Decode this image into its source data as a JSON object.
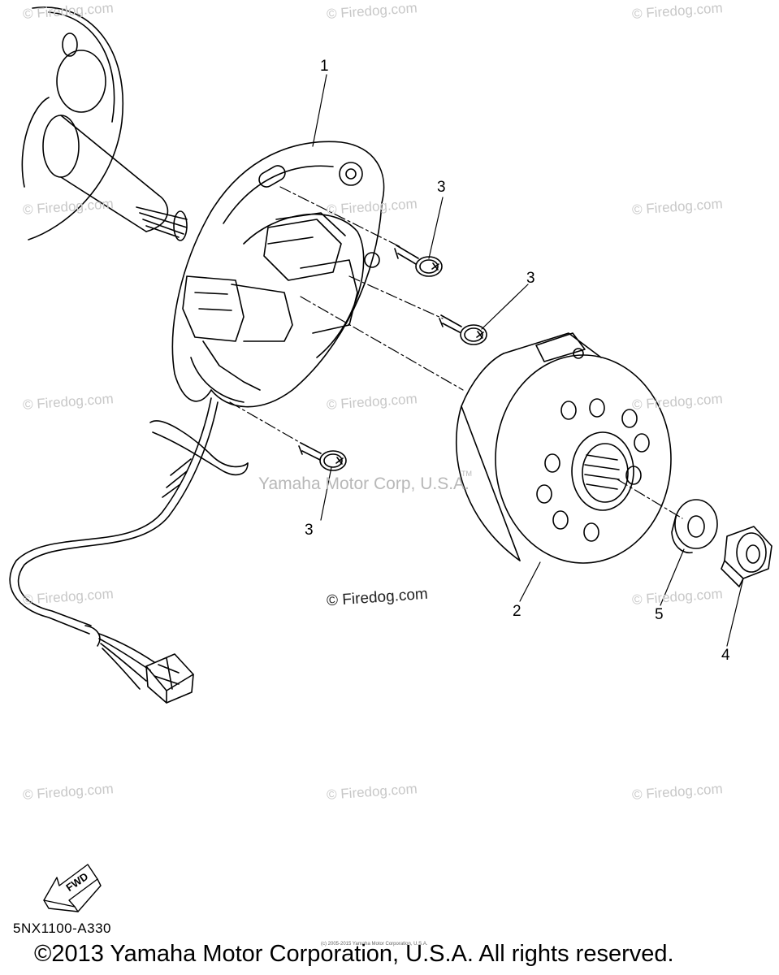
{
  "diagram": {
    "callouts": {
      "stator": "1",
      "rotor": "2",
      "screw_upper": "3",
      "screw_middle": "3",
      "screw_lower": "3",
      "nut": "4",
      "washer": "5"
    },
    "center_watermark": "Yamaha Motor Corp, U.S.A.",
    "center_watermark_tm": "TM",
    "fwd_label": "FWD",
    "diagram_code": "5NX1100-A330",
    "small_notice": "(c) 2005-2015 Yamaha Motor Corporation, U.S.A.",
    "copyright": "©2013 Yamaha Motor Corporation, U.S.A. All rights reserved."
  },
  "watermark_text": "© Firedog.com",
  "colors": {
    "line": "#000000",
    "watermark": "#c8c8c8",
    "background": "#ffffff"
  }
}
